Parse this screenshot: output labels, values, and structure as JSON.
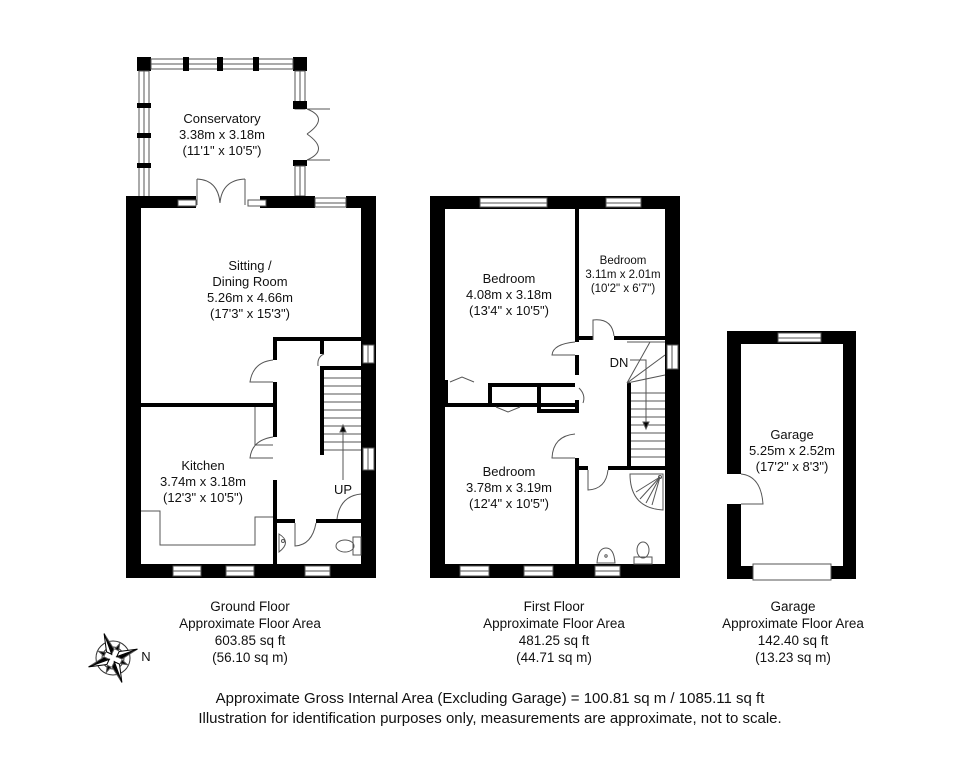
{
  "rooms": {
    "conservatory": {
      "name": "Conservatory",
      "metric": "3.38m x 3.18m",
      "imperial": "(11'1\" x 10'5\")"
    },
    "sitting_dining": {
      "name_line1": "Sitting /",
      "name_line2": "Dining Room",
      "metric": "5.26m x 4.66m",
      "imperial": "(17'3\" x 15'3\")"
    },
    "kitchen": {
      "name": "Kitchen",
      "metric": "3.74m x 3.18m",
      "imperial": "(12'3\" x 10'5\")"
    },
    "bedroom1": {
      "name": "Bedroom",
      "metric": "4.08m x 3.18m",
      "imperial": "(13'4\" x 10'5\")"
    },
    "bedroom2": {
      "name": "Bedroom",
      "metric": "3.11m x 2.01m",
      "imperial": "(10'2\" x 6'7\")"
    },
    "bedroom3": {
      "name": "Bedroom",
      "metric": "3.78m x 3.19m",
      "imperial": "(12'4\" x 10'5\")"
    },
    "garage": {
      "name": "Garage",
      "metric": "5.25m x 2.52m",
      "imperial": "(17'2\" x 8'3\")"
    }
  },
  "stairs": {
    "up_label": "UP",
    "down_label": "DN"
  },
  "floors": {
    "ground": {
      "title": "Ground Floor",
      "subtitle": "Approximate Floor Area",
      "sqft": "603.85 sq ft",
      "sqm": "(56.10 sq m)"
    },
    "first": {
      "title": "First Floor",
      "subtitle": "Approximate Floor Area",
      "sqft": "481.25 sq ft",
      "sqm": "(44.71 sq m)"
    },
    "garage": {
      "title": "Garage",
      "subtitle": "Approximate Floor Area",
      "sqft": "142.40 sq ft",
      "sqm": "(13.23 sq m)"
    }
  },
  "compass": {
    "north_label": "N"
  },
  "footer": {
    "gross_area": "Approximate Gross Internal Area (Excluding Garage) = 100.81 sq m / 1085.11 sq ft",
    "disclaimer": "Illustration for identification purposes only, measurements are approximate, not to scale."
  },
  "colors": {
    "wall": "#000000",
    "background": "#ffffff",
    "line": "#555555"
  }
}
